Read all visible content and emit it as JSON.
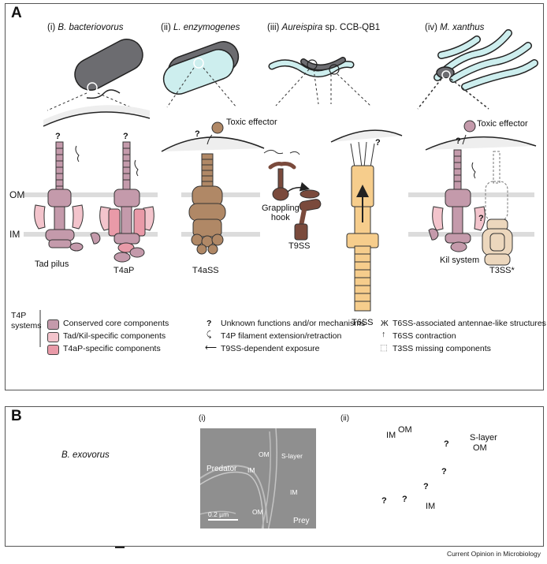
{
  "panel_a": {
    "label": "A",
    "organisms": [
      {
        "num": "(i)",
        "name": "B. bacteriovorus"
      },
      {
        "num": "(ii)",
        "name": "L. enzymogenes"
      },
      {
        "num": "(iii)",
        "name": "Aureispira",
        "suffix": "sp. CCB-QB1"
      },
      {
        "num": "(iv)",
        "name": "M. xanthus"
      }
    ],
    "membranes": {
      "om": "OM",
      "im": "IM"
    },
    "labels": {
      "tad_pilus": "Tad pilus",
      "t4ap": "T4aP",
      "t4ass": "T4aSS",
      "toxic_effector_1": "Toxic effector",
      "grappling_hook": "Grappling\nhook",
      "t9ss": "T9SS",
      "t6ss": "T6SS",
      "toxic_effector_2": "Toxic effector",
      "kil_system": "Kil system",
      "t3ss": "T3SS*",
      "question": "?"
    }
  },
  "legend": {
    "title": "T4P\nsystems",
    "items": [
      {
        "text": "Conserved core components",
        "color": "#c49aab"
      },
      {
        "text": "Tad/Kil-specific components",
        "color": "#f3c4cc"
      },
      {
        "text": "T4aP-specific components",
        "color": "#e99aa8"
      }
    ],
    "symbols": [
      {
        "glyph": "?",
        "text": "Unknown functions and/or mechanisms"
      },
      {
        "glyph": "⤹",
        "text": "T4P filament extension/retraction"
      },
      {
        "glyph": "⟵",
        "text": "T9SS-dependent exposure"
      },
      {
        "glyph": "Ж",
        "text": "T6SS-associated antennae-like structures"
      },
      {
        "glyph": "↑",
        "text": "T6SS contraction"
      },
      {
        "glyph": "⬚",
        "text": "T3SS missing components"
      }
    ]
  },
  "panel_b": {
    "label": "B",
    "organism": "B. exovorus",
    "sub_i": "(i)",
    "sub_ii": "(ii)",
    "em_labels": {
      "predator": "Predator",
      "prey": "Prey",
      "om1": "OM",
      "im1": "IM",
      "slayer": "S-layer",
      "im2": "IM",
      "om2": "OM",
      "scale": "0.2 µm"
    },
    "schematic_labels": {
      "im_top": "IM",
      "om_top": "OM",
      "slayer": "S-layer",
      "om_right": "OM",
      "im_bottom": "IM",
      "q": "?"
    }
  },
  "footer": "Current Opinion in Microbiology",
  "colors": {
    "core": "#c49aab",
    "tad": "#f3c4cc",
    "t4ap": "#e99aa8",
    "brown": "#b08866",
    "darkbrown": "#7a4a3c",
    "orange": "#f6cd8c",
    "beige": "#ecd7bd",
    "cell_teal": "#cdeeee",
    "cell_gray": "#6c6c70",
    "membrane": "#dcdcdc"
  }
}
